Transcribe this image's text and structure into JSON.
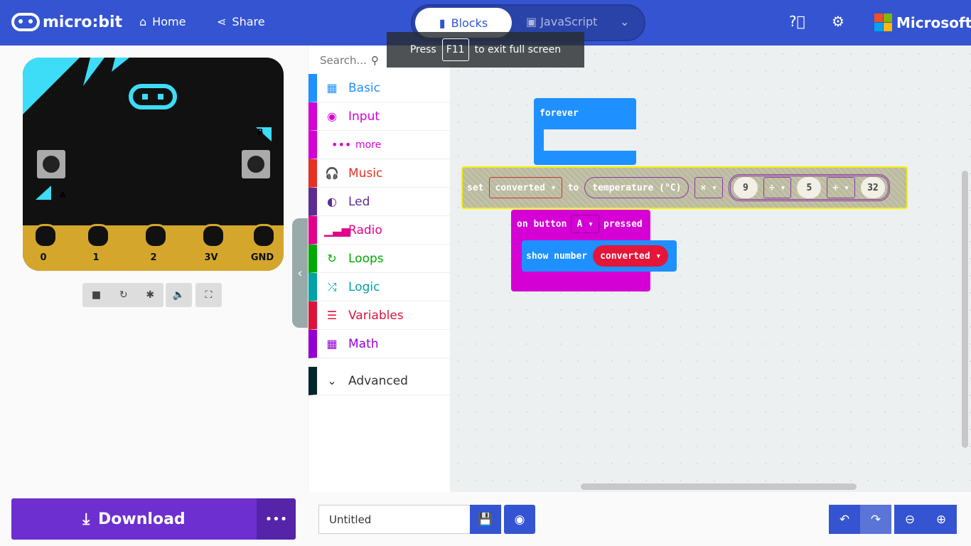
{
  "header": {
    "logo": "micro:bit",
    "home": "Home",
    "share": "Share",
    "tabs": {
      "blocks": "Blocks",
      "javascript": "JavaScript"
    },
    "brand": "Microsoft",
    "brand_color": "#3454D1"
  },
  "fullscreen_notice": {
    "press": "Press",
    "key": "F11",
    "rest": "to exit full screen"
  },
  "simulator": {
    "pins": [
      "0",
      "1",
      "2",
      "3V",
      "GND"
    ],
    "button_a": "A",
    "button_b": "B"
  },
  "toolbox": {
    "search_placeholder": "Search...",
    "categories": [
      {
        "label": "Basic",
        "color": "#1E90FF",
        "icon": "grid"
      },
      {
        "label": "Input",
        "color": "#D400D4",
        "icon": "target"
      },
      {
        "label": "more",
        "color": "#D400D4",
        "icon": "dots"
      },
      {
        "label": "Music",
        "color": "#E63022",
        "icon": "headphones"
      },
      {
        "label": "Led",
        "color": "#5C2D91",
        "icon": "toggle"
      },
      {
        "label": "Radio",
        "color": "#E3008C",
        "icon": "signal"
      },
      {
        "label": "Loops",
        "color": "#00AA00",
        "icon": "refresh"
      },
      {
        "label": "Logic",
        "color": "#00A4A6",
        "icon": "shuffle"
      },
      {
        "label": "Variables",
        "color": "#DC143C",
        "icon": "list"
      },
      {
        "label": "Math",
        "color": "#9400D3",
        "icon": "calculator"
      },
      {
        "label": "Advanced",
        "color": "#00272B",
        "icon": "chevron-down"
      }
    ]
  },
  "workspace": {
    "forever": {
      "label": "forever"
    },
    "set": {
      "set": "set",
      "var": "converted",
      "to": "to",
      "sensor": "temperature (°C)",
      "op1": "×",
      "n1": "9",
      "op2": "÷",
      "n2": "5",
      "op3": "+",
      "n3": "32"
    },
    "on_button": {
      "on": "on button",
      "btn": "A",
      "pressed": "pressed"
    },
    "show_number": {
      "label": "show number",
      "var": "converted"
    }
  },
  "bottom": {
    "download": "Download",
    "project_name": "Untitled"
  }
}
